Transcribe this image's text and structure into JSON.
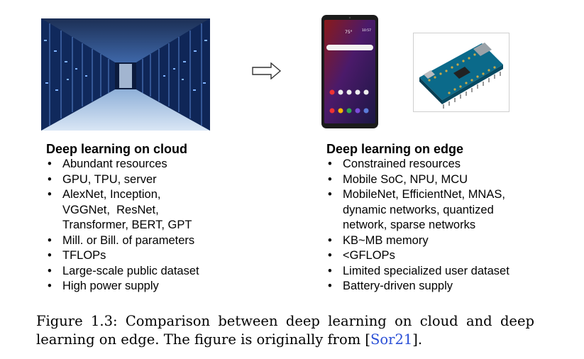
{
  "cloud": {
    "title": "Deep learning on cloud",
    "items": [
      "Abundant resources",
      "GPU, TPU, server",
      "AlexNet, Inception,\nVGGNet,  ResNet,\nTransformer, BERT, GPT",
      "Mill. or Bill. of parameters",
      "TFLOPs",
      "Large-scale public dataset",
      "High power supply"
    ]
  },
  "edge": {
    "title": "Deep learning on edge",
    "items": [
      "Constrained resources",
      "Mobile SoC, NPU, MCU",
      "MobileNet, EfficientNet, MNAS,\ndynamic networks, quantized\nnetwork, sparse networks",
      "KB~MB memory",
      "<GFLOPs",
      "Limited specialized user dataset",
      "Battery-driven supply"
    ]
  },
  "phone": {
    "temp": "75°",
    "time": "10:57"
  },
  "caption": {
    "line1": "Figure 1.3:  Comparison between deep learning on cloud and deep",
    "line2_pre": "learning on edge. The figure is originally from [",
    "ref": "Sor21",
    "line2_post": "]."
  }
}
